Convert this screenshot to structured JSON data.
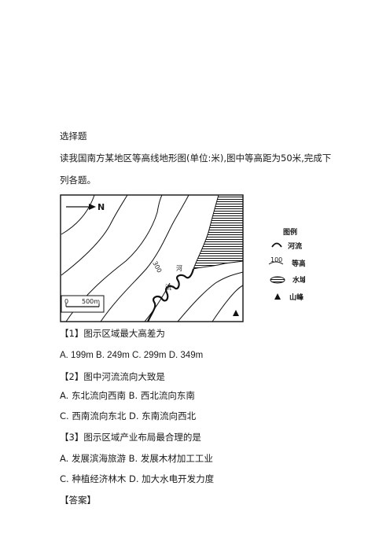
{
  "section": {
    "label": "选择题"
  },
  "question": {
    "stem_line1": "读我国南方某地区等高线地形图(单位:米),图中等高距为50米,完成下",
    "stem_line2": "列各题。"
  },
  "map": {
    "north_label": "N",
    "contour_label_300": "300",
    "river_label_1": "河",
    "river_label_2": "流",
    "scale_start": "0",
    "scale_end": "500m",
    "legend": {
      "title": "图例",
      "river": "河流",
      "contour_value": "100",
      "contour": "等高线",
      "water": "水域",
      "peak": "山峰"
    }
  },
  "q1": {
    "stem": "【1】图示区域最大高差为",
    "options": "A. 199m B. 249m C. 299m D. 349m"
  },
  "q2": {
    "stem": "【2】图中河流流向大致是",
    "options_row1": "A.  东北流向西南   B.  西北流向东南",
    "options_row2": "C.  西南流向东北   D.  东南流向西北"
  },
  "q3": {
    "stem": "【3】图示区域产业布局最合理的是",
    "options_row1": "A.  发展滨海旅游   B.  发展木材加工工业",
    "options_row2": "C.  种植经济林木   D.  加大水电开发力度"
  },
  "answer": {
    "label": "【答案】"
  }
}
